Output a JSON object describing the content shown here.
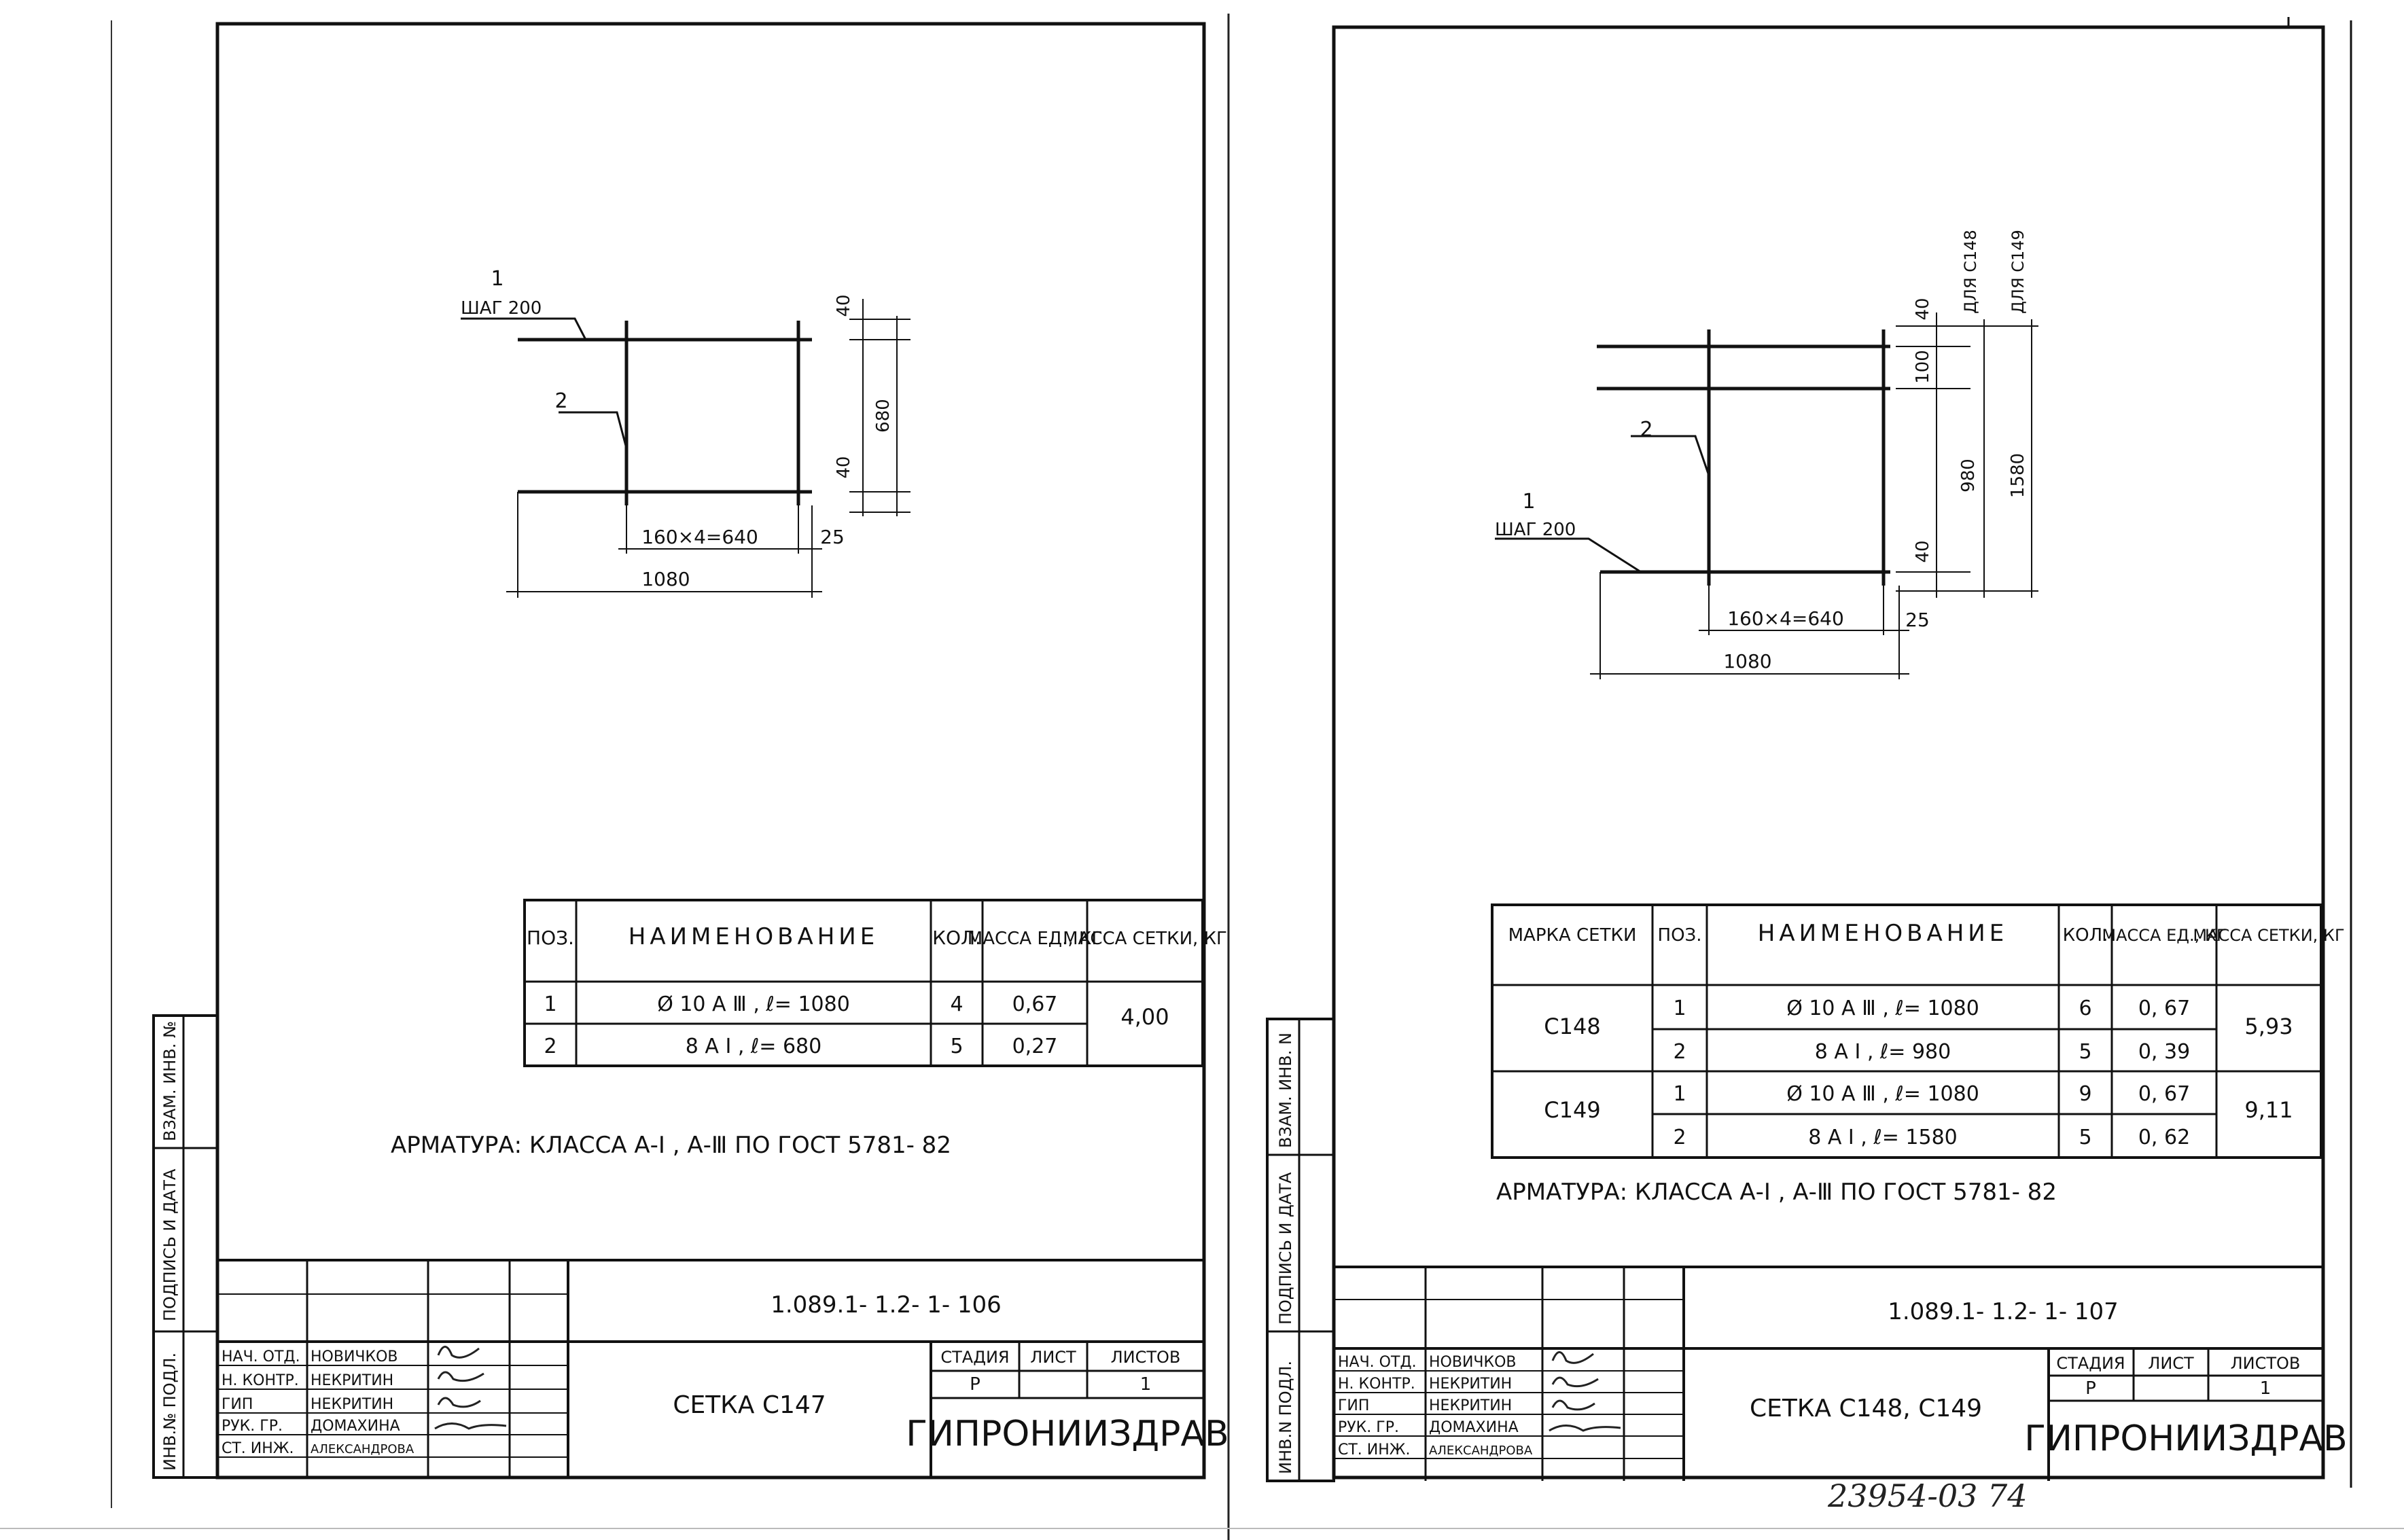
{
  "left": {
    "drawing": {
      "pos1": "1",
      "pos1_step": "ШАГ 200",
      "pos2": "2",
      "dim_top": "40",
      "dim_bottom": "40",
      "dim_height": "680",
      "dim_span": "160×4=640",
      "dim_end": "25",
      "dim_total": "1080"
    },
    "table": {
      "headers": [
        "ПОЗ.",
        "НАИМЕНОВАНИЕ",
        "КОЛ.",
        "МАССА ЕД., КГ",
        "МАССА СЕТКИ, КГ"
      ],
      "rows": [
        {
          "pos": "1",
          "name": "Ø 10 A Ⅲ , ℓ= 1080",
          "qty": "4",
          "mass": "0,67"
        },
        {
          "pos": "2",
          "name": "8 A I , ℓ= 680",
          "qty": "5",
          "mass": "0,27"
        }
      ],
      "total_mass": "4,00"
    },
    "note": "АРМАТУРА: КЛАССА  А-I , А-Ⅲ  ПО  ГОСТ 5781- 82",
    "title_block": {
      "doc_code": "1.089.1- 1.2- 1- 106",
      "title": "СЕТКА  С147",
      "stage_label": "СТАДИЯ",
      "sheet_label": "ЛИСТ",
      "sheets_label": "ЛИСТОВ",
      "stage": "Р",
      "sheet": "",
      "sheets": "1",
      "org": "ГИПРОНИИЗДРАВ",
      "roles": [
        "НАЧ. ОТД.",
        "Н. КОНТР.",
        "ГИП",
        "РУК. ГР.",
        "СТ. ИНЖ."
      ],
      "names": [
        "НОВИЧКОВ",
        "НЕКРИТИН",
        "НЕКРИТИН",
        "ДОМАХИНА",
        "АЛЕКСАНДРОВА"
      ]
    },
    "side_labels": [
      "ИНВ.№ ПОДЛ.",
      "ПОДПИСЬ И ДАТА",
      "ВЗАМ. ИНВ. №"
    ]
  },
  "right": {
    "drawing": {
      "pos1": "1",
      "pos1_step": "ШАГ 200",
      "pos2": "2",
      "dim_top": "40",
      "dim_gap": "100",
      "dim_bottom": "40",
      "dim_inner": "980",
      "dim_outer": "1580",
      "label_c148": "ДЛЯ С148",
      "label_c149": "ДЛЯ С149",
      "dim_span": "160×4=640",
      "dim_end": "25",
      "dim_total": "1080"
    },
    "table": {
      "headers": [
        "МАРКА СЕТКИ",
        "ПОЗ.",
        "НАИМЕНОВАНИЕ",
        "КОЛ.",
        "МАССА ЕД., КГ",
        "МАССА СЕТКИ, КГ"
      ],
      "groups": [
        {
          "mark": "С148",
          "total": "5,93",
          "rows": [
            {
              "pos": "1",
              "name": "Ø 10 A Ⅲ , ℓ= 1080",
              "qty": "6",
              "mass": "0, 67"
            },
            {
              "pos": "2",
              "name": "8 A I , ℓ= 980",
              "qty": "5",
              "mass": "0, 39"
            }
          ]
        },
        {
          "mark": "С149",
          "total": "9,11",
          "rows": [
            {
              "pos": "1",
              "name": "Ø 10 A Ⅲ , ℓ= 1080",
              "qty": "9",
              "mass": "0, 67"
            },
            {
              "pos": "2",
              "name": "8 A I , ℓ= 1580",
              "qty": "5",
              "mass": "0, 62"
            }
          ]
        }
      ]
    },
    "note": "АРМАТУРА: КЛАССА  А-I , А-Ⅲ  ПО  ГОСТ 5781- 82",
    "title_block": {
      "doc_code": "1.089.1- 1.2- 1- 107",
      "title": "СЕТКА  С148, С149",
      "stage_label": "СТАДИЯ",
      "sheet_label": "ЛИСТ",
      "sheets_label": "ЛИСТОВ",
      "stage": "Р",
      "sheet": "",
      "sheets": "1",
      "org": "ГИПРОНИИЗДРАВ",
      "roles": [
        "НАЧ. ОТД.",
        "Н. КОНТР.",
        "ГИП",
        "РУК. ГР.",
        "СТ. ИНЖ."
      ],
      "names": [
        "НОВИЧКОВ",
        "НЕКРИТИН",
        "НЕКРИТИН",
        "ДОМАХИНА",
        "АЛЕКСАНДРОВА"
      ]
    },
    "side_labels": [
      "ИНВ.N ПОДЛ.",
      "ПОДПИСЬ И ДАТА",
      "ВЗАМ. ИНВ. N"
    ]
  },
  "footer_stamp": "23954-03   74"
}
